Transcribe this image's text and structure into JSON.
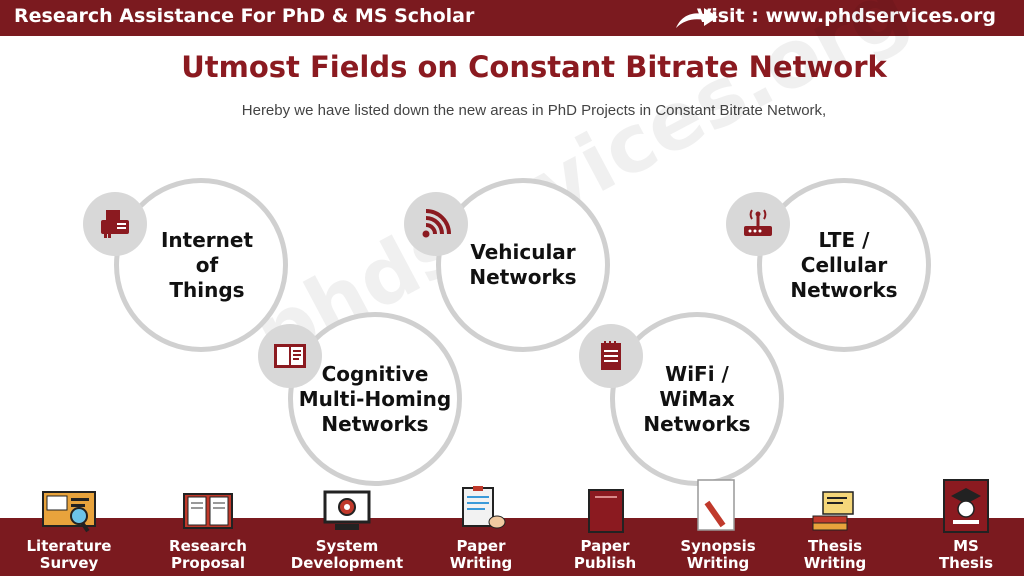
{
  "header": {
    "brand": "Research Assistance For PhD & MS Scholar",
    "visit": "Visit : www.phdservices.org"
  },
  "title": "Utmost Fields on Constant Bitrate Network",
  "subtitle": "Hereby we have listed down the new areas in PhD Projects in Constant Bitrate Network,",
  "watermark": "phdservices.org",
  "fields": [
    {
      "lines": [
        "Internet",
        "of",
        "Things"
      ],
      "icon": "fax-machine-icon"
    },
    {
      "lines": [
        "Vehicular",
        "Networks"
      ],
      "icon": "wifi-signal-icon"
    },
    {
      "lines": [
        "LTE /",
        "Cellular",
        "Networks"
      ],
      "icon": "router-icon"
    },
    {
      "lines": [
        "Cognitive",
        "Multi-Homing",
        "Networks"
      ],
      "icon": "open-book-icon"
    },
    {
      "lines": [
        "WiFi /",
        "WiMax",
        "Networks"
      ],
      "icon": "notepad-icon"
    }
  ],
  "footer": [
    {
      "l1": "Literature",
      "l2": "Survey",
      "icon": "magnifier-board-icon"
    },
    {
      "l1": "Research",
      "l2": "Proposal",
      "icon": "book-icon"
    },
    {
      "l1": "System",
      "l2": "Development",
      "icon": "monitor-gear-icon"
    },
    {
      "l1": "Paper",
      "l2": "Writing",
      "icon": "clipboard-hands-icon"
    },
    {
      "l1": "Paper",
      "l2": "Publish",
      "icon": "journal-icon"
    },
    {
      "l1": "Synopsis",
      "l2": "Writing",
      "icon": "pen-paper-icon"
    },
    {
      "l1": "Thesis",
      "l2": "Writing",
      "icon": "scroll-books-icon"
    },
    {
      "l1": "MS",
      "l2": "Thesis",
      "icon": "graduate-book-icon"
    }
  ],
  "colors": {
    "brand": "#7b1a1f",
    "title": "#8b1a20",
    "ring": "#d0d0d0",
    "badge": "#d8d8d8"
  }
}
